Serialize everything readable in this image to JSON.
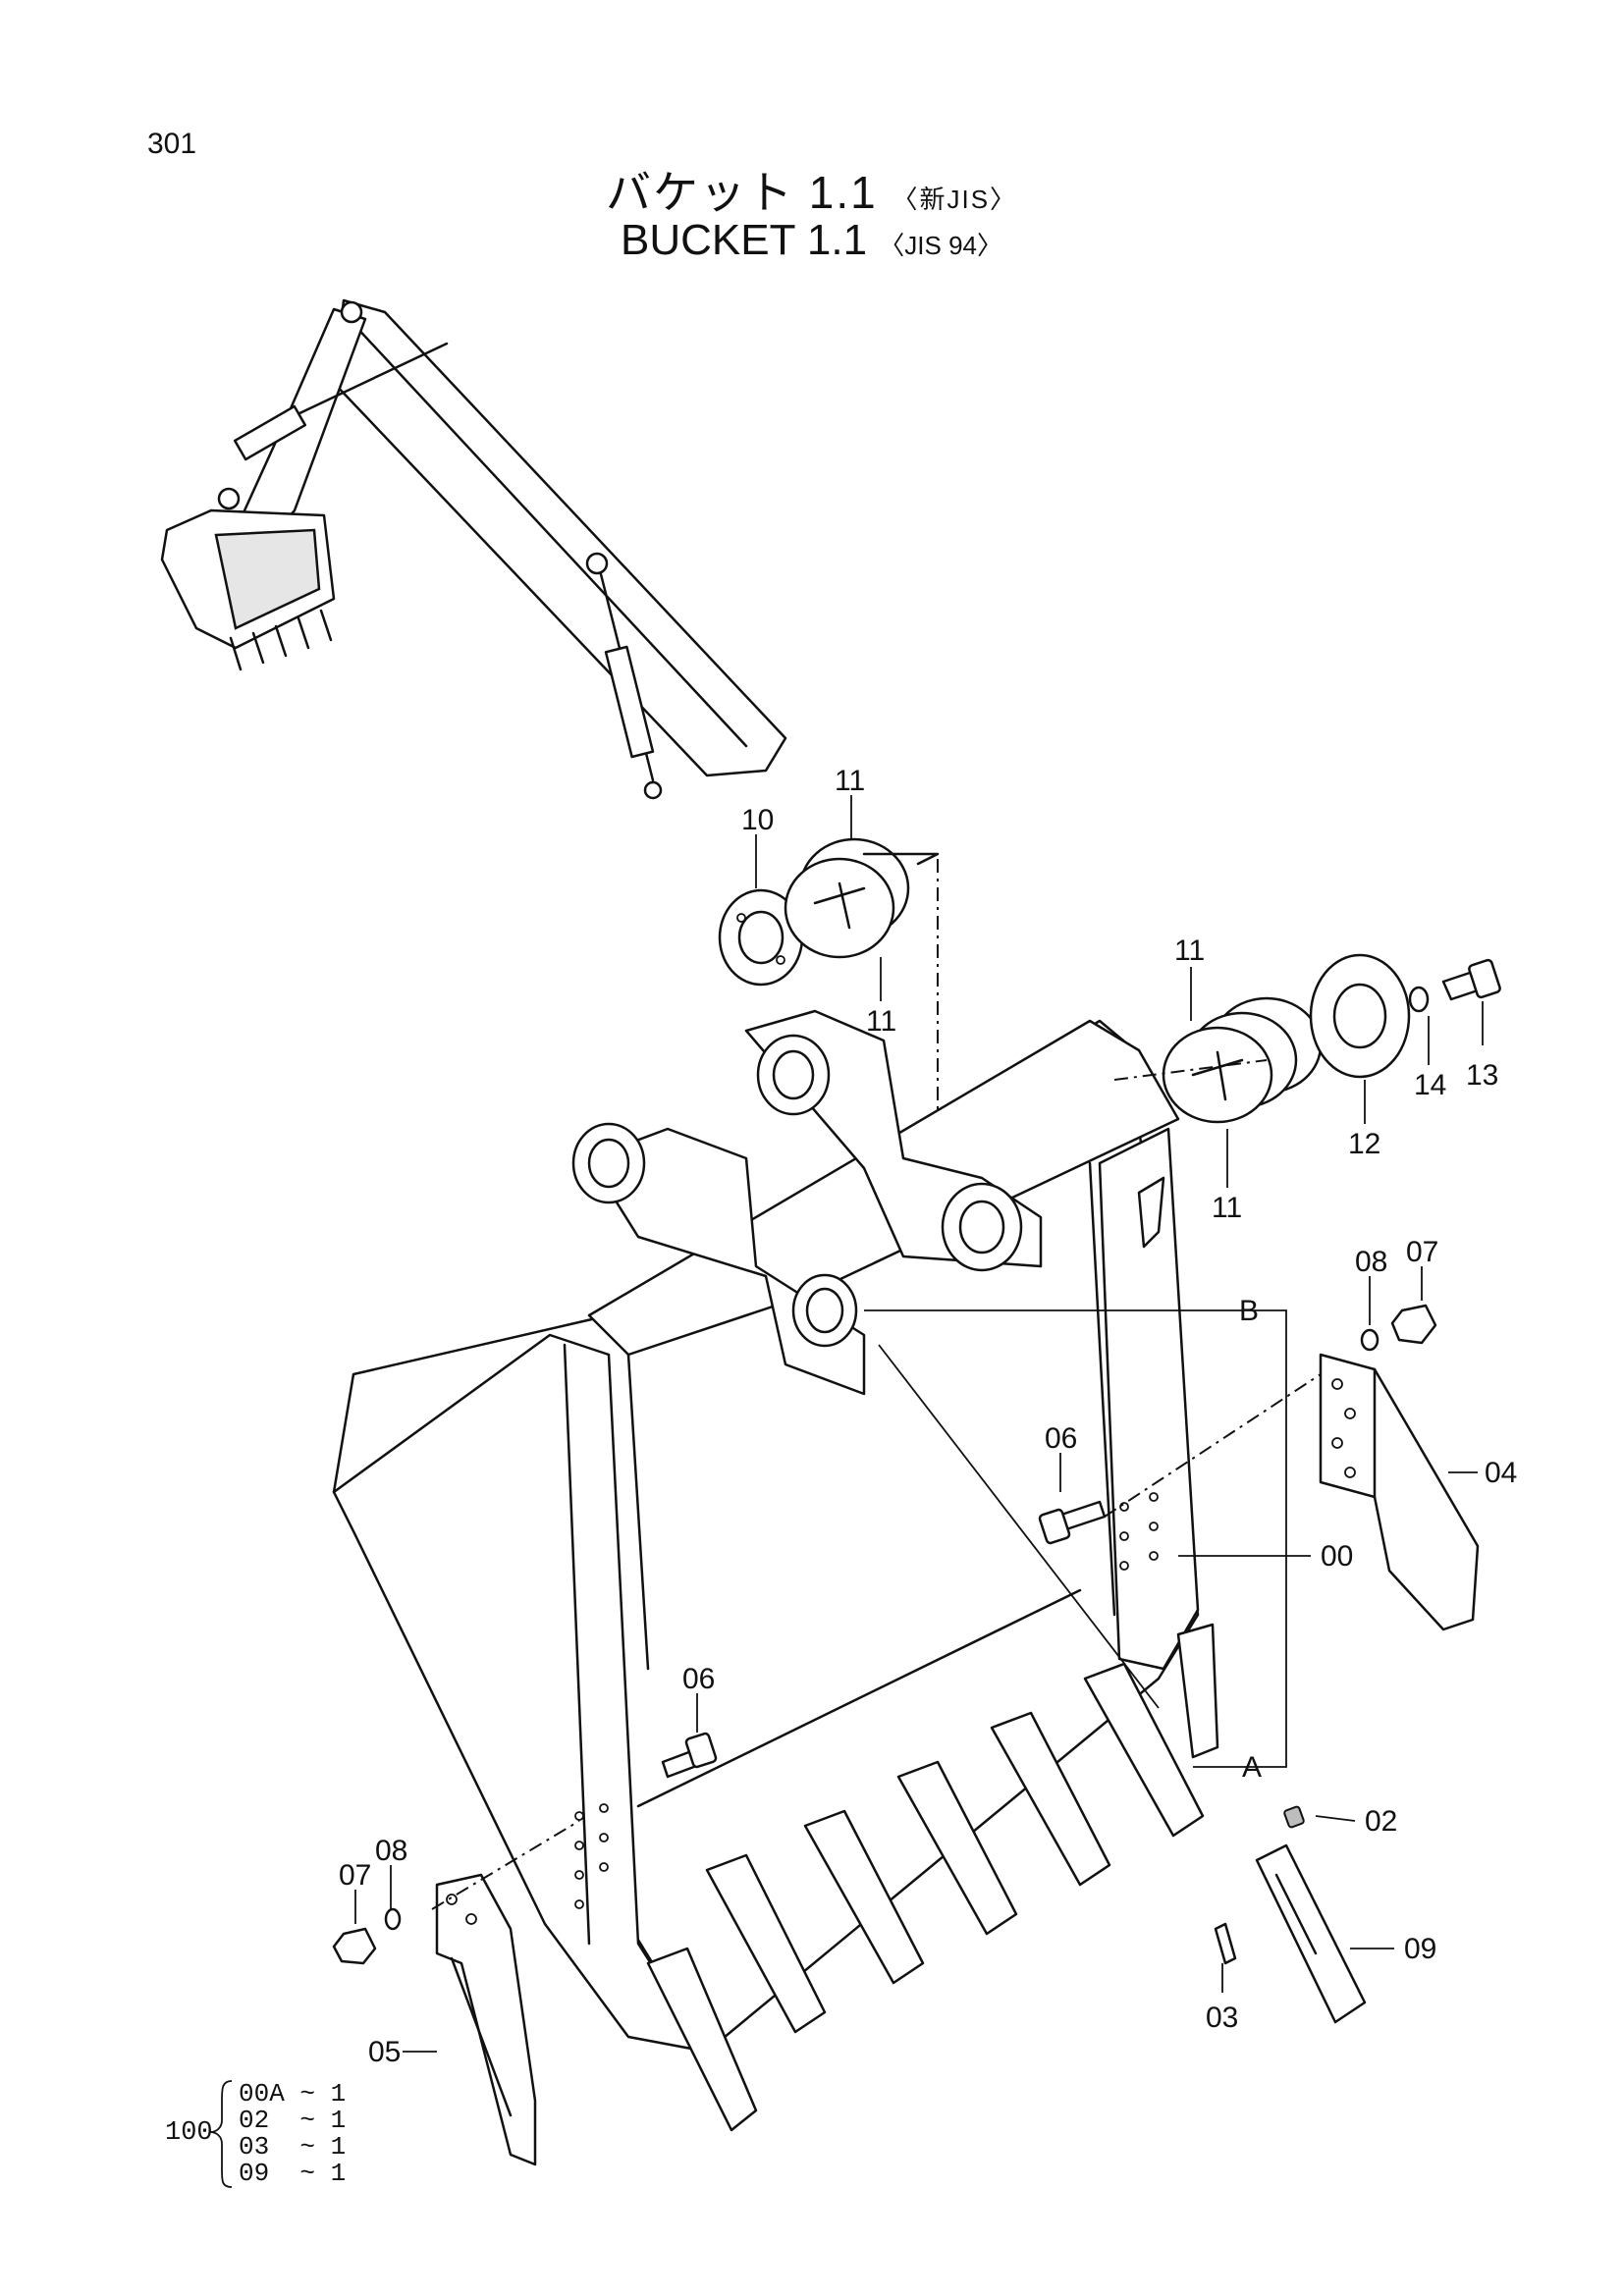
{
  "page_number": "301",
  "title": {
    "jp_main": "バケット 1.1",
    "jp_note": "〈新JIS〉",
    "en_main": "BUCKET  1.1",
    "en_note": "〈JIS 94〉"
  },
  "callouts": {
    "c00": "00",
    "c02": "02",
    "c03": "03",
    "c04": "04",
    "c05": "05",
    "c06a": "06",
    "c06b": "06",
    "c07a": "07",
    "c07b": "07",
    "c08a": "08",
    "c08b": "08",
    "c09": "09",
    "c10": "10",
    "c11a": "11",
    "c11b": "11",
    "c11c": "11",
    "c11d": "11",
    "c12": "12",
    "c13": "13",
    "c14": "14",
    "refA": "A",
    "refB": "B"
  },
  "kit": {
    "id": "100",
    "rows": [
      {
        "part": "00A",
        "qty": "~ 1"
      },
      {
        "part": "02 ",
        "qty": "~ 1"
      },
      {
        "part": "03 ",
        "qty": "~ 1"
      },
      {
        "part": "09 ",
        "qty": "~ 1"
      }
    ]
  }
}
